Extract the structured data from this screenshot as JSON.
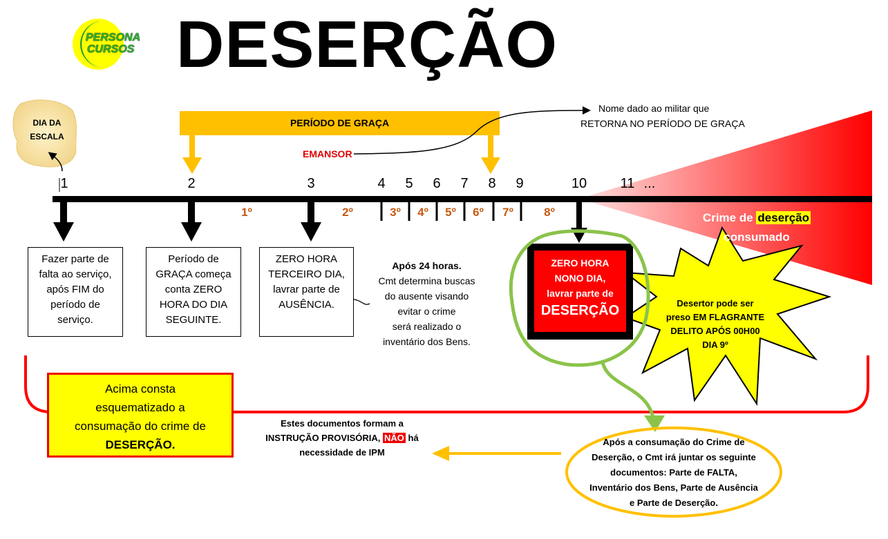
{
  "title": "DESERÇÃO",
  "logo": {
    "line1": "PERSONA",
    "line2": "CURSOS"
  },
  "cloud_label": [
    "DIA DA",
    "ESCALA"
  ],
  "grace_period_label": "PERÍODO DE GRAÇA",
  "emansor": {
    "label": "EMANSOR",
    "note_line1": "Nome dado ao militar que",
    "note_line2": "RETORNA NO PERÍODO DE GRAÇA"
  },
  "timeline": {
    "days": [
      "1",
      "2",
      "3",
      "4",
      "5",
      "6",
      "7",
      "8",
      "9",
      "10",
      "11",
      "..."
    ],
    "ordinals": [
      "1º",
      "2º",
      "3º",
      "4º",
      "5º",
      "6º",
      "7º",
      "8º"
    ]
  },
  "boxes": [
    {
      "lines": [
        "Fazer parte de",
        "falta ao serviço,",
        "após FIM do",
        "período de",
        "serviço."
      ]
    },
    {
      "lines": [
        "Período de",
        "GRAÇA começa",
        "conta ZERO",
        "HORA DO DIA",
        "SEGUINTE."
      ]
    },
    {
      "lines": [
        "ZERO HORA",
        "TERCEIRO DIA,",
        "lavrar parte de",
        "AUSÊNCIA."
      ]
    }
  ],
  "after24": {
    "heading": "Após 24 horas.",
    "lines": [
      "Cmt determina buscas",
      "do ausente visando",
      "evitar o crime",
      "será realizado o",
      "inventário dos Bens."
    ]
  },
  "desertion_box": {
    "lines": [
      "ZERO HORA",
      "NONO DIA,",
      "lavrar parte de"
    ],
    "big": "DESERÇÃO"
  },
  "crime": {
    "prefix": "Crime de",
    "highlight": "deserção",
    "line2": "consumado"
  },
  "starburst": [
    "Desertor pode ser",
    "preso EM FLAGRANTE",
    "DELITO APÓS 00H00",
    "DIA 9º"
  ],
  "summary_box": [
    "Acima consta",
    "esquematizado a",
    "consumação do crime de"
  ],
  "summary_bold": "DESERÇÃO.",
  "documents_note": {
    "line1": "Estes documentos formam a",
    "line2_pre": "INSTRUÇÃO PROVISÓRIA,",
    "line2_hl": "NÃO",
    "line2_post": "há",
    "line3": "necessidade de IPM"
  },
  "consummation_note": [
    "Após a consumação do Crime de",
    "Deserção, o Cmt irá juntar os seguinte",
    "documentos: Parte de FALTA,",
    "Inventário dos Bens, Parte de Ausência",
    "e Parte de Deserção."
  ],
  "colors": {
    "grace": "#FFC000",
    "red": "#FF0000",
    "ordinal": "#C55A11",
    "green": "#8BC34A",
    "yellow": "#FFFF00"
  }
}
